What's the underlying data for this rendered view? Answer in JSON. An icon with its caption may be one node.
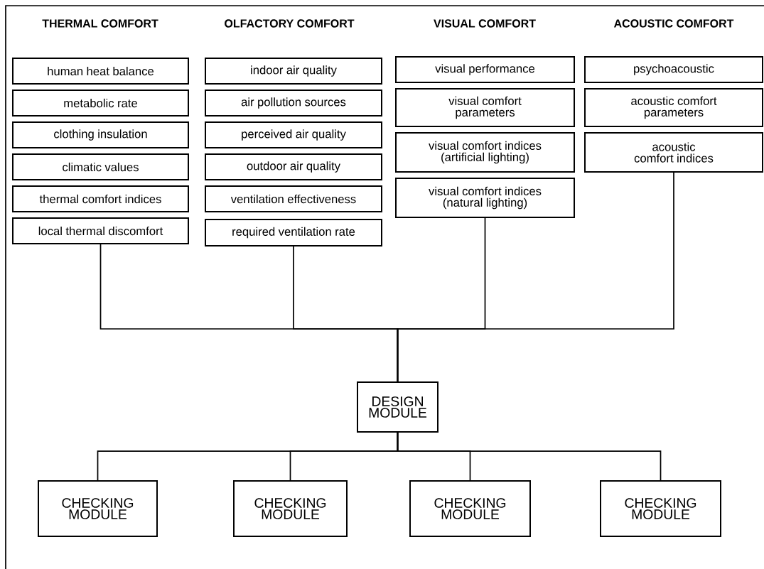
{
  "diagram": {
    "nodes": [
      {
        "text": [
          "human heat balance"
        ]
      },
      {
        "text": [
          "metabolic rate"
        ]
      },
      {
        "text": [
          "clothing insulation"
        ]
      },
      {
        "text": [
          "climatic values"
        ]
      },
      {
        "text": [
          "thermal comfort indices"
        ]
      },
      {
        "text": [
          "local thermal discomfort"
        ]
      },
      {
        "text": [
          "indoor air quality"
        ]
      },
      {
        "text": [
          "air pollution sources"
        ]
      },
      {
        "text": [
          "perceived air quality"
        ]
      },
      {
        "text": [
          "outdoor air quality"
        ]
      },
      {
        "text": [
          "ventilation effectiveness"
        ]
      },
      {
        "text": [
          "required ventilation rate"
        ]
      },
      {
        "text": [
          "visual performance"
        ]
      },
      {
        "text": [
          "visual comfort parameters"
        ]
      },
      {
        "text": [
          "visual comfort indices (artificial lighting)"
        ]
      },
      {
        "text": [
          "visual comfort indices (natural lighting)"
        ]
      },
      {
        "text": [
          "psychoacoustic"
        ]
      },
      {
        "text": [
          "acoustic comfort parameters"
        ]
      },
      {
        "text": [
          "acoustic comfort indices"
        ]
      },
      {
        "text": [
          "DESIGN MODULE"
        ]
      },
      {
        "text": [
          "CHECKING MODULE"
        ]
      },
      {
        "text": [
          "CHECKING MODULE"
        ]
      },
      {
        "text": [
          "CHECKING MODULE"
        ]
      },
      {
        "text": [
          "CHECKING MODULE"
        ]
      }
    ],
    "edges": [
      {
        "from": 5,
        "to": 19,
        "arrow": "none"
      },
      {
        "from": 11,
        "to": 19,
        "arrow": "none"
      },
      {
        "from": 15,
        "to": 19,
        "arrow": "none"
      },
      {
        "from": 18,
        "to": 19,
        "arrow": "none"
      },
      {
        "from": 19,
        "to": 20,
        "arrow": "none"
      },
      {
        "from": 19,
        "to": 21,
        "arrow": "none"
      },
      {
        "from": 19,
        "to": 22,
        "arrow": "none"
      },
      {
        "from": 19,
        "to": 23,
        "arrow": "none"
      }
    ],
    "labels": [
      "THERMAL COMFORT",
      "OLFACTORY COMFORT",
      "VISUAL COMFORT",
      "ACOUSTIC COMFORT"
    ]
  }
}
